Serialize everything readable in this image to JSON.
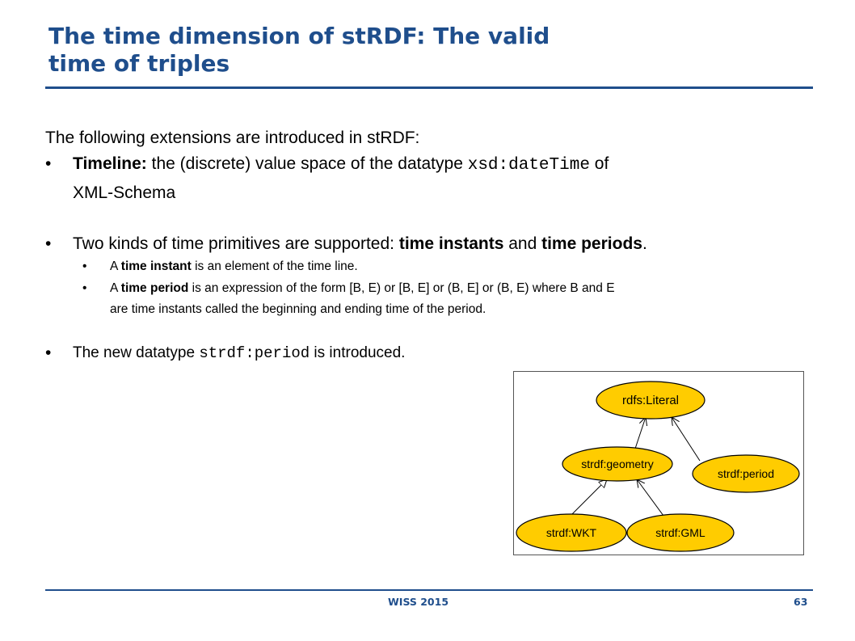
{
  "slide": {
    "title_line1": "The time dimension of stRDF: The valid",
    "title_line2": "time of triples",
    "intro": "The following extensions are introduced in stRDF:",
    "bullet_glyph": "•",
    "b1": {
      "bold": "Timeline:",
      "text_a": " the  (discrete)  value  space  of  the datatype ",
      "code": "xsd:dateTime",
      "text_b": " of",
      "line2": "XML-Schema"
    },
    "b2": {
      "text_a": "Two kinds of time primitives are supported: ",
      "bold_a": "time instants",
      "text_b": " and ",
      "bold_b": "time periods",
      "text_c": "."
    },
    "sub1": {
      "text_a": "A ",
      "bold": "time instant",
      "text_b": " is an element of the time line."
    },
    "sub2": {
      "text_a": "A ",
      "bold": "time period",
      "text_b": " is an expression of the form [B, E) or [B, E] or (B, E] or (B, E) where B and E",
      "line2": "are time instants called the beginning and ending time of the period."
    },
    "b3": {
      "text_a": "The new datatype ",
      "code": "strdf:period",
      "text_b": " is introduced."
    }
  },
  "diagram": {
    "node_fill": "#ffcc00",
    "nodes": {
      "literal": "rdfs:Literal",
      "geometry": "strdf:geometry",
      "period": "strdf:period",
      "wkt": "strdf:WKT",
      "gml": "strdf:GML"
    }
  },
  "footer": {
    "event": "WISS 2015",
    "page": "63"
  }
}
